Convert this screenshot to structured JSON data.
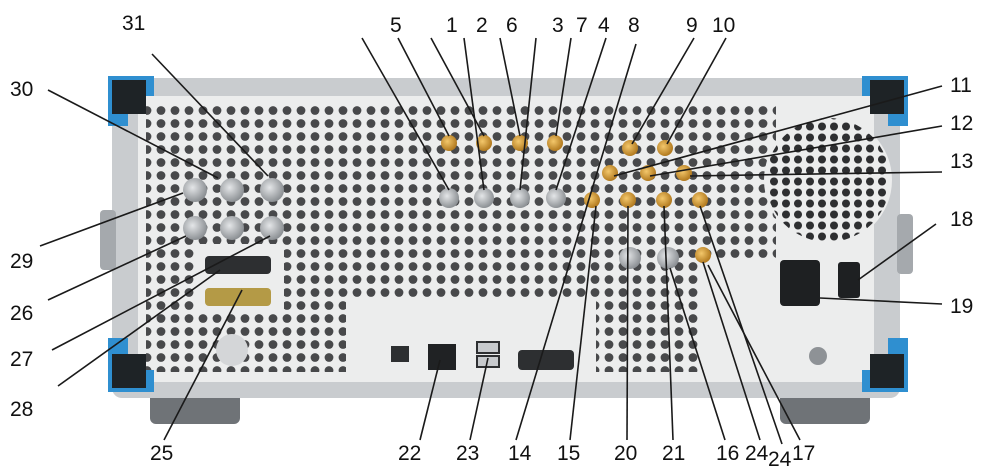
{
  "figure": {
    "description_colors": {
      "chassis": "#d3d5d6",
      "panel": "#e9eaeb",
      "hole": "#3a3b3d",
      "corner_bumper": "#2f8fd0",
      "gold_connector": "#d49a33",
      "bnc": "#b9bcbf"
    },
    "callouts": [
      {
        "label": "31"
      },
      {
        "label": "30"
      },
      {
        "label": "29"
      },
      {
        "label": "26"
      },
      {
        "label": "27"
      },
      {
        "label": "28"
      },
      {
        "label": "25"
      },
      {
        "label": "22"
      },
      {
        "label": "23"
      },
      {
        "label": "14"
      },
      {
        "label": "15"
      },
      {
        "label": "20"
      },
      {
        "label": "21"
      },
      {
        "label": "16"
      },
      {
        "label": "24"
      },
      {
        "label": "24"
      },
      {
        "label": "17"
      },
      {
        "label": "19"
      },
      {
        "label": "18"
      },
      {
        "label": "13"
      },
      {
        "label": "12"
      },
      {
        "label": "11"
      },
      {
        "label": "10"
      },
      {
        "label": "9"
      },
      {
        "label": "8"
      },
      {
        "label": "4"
      },
      {
        "label": "7"
      },
      {
        "label": "3"
      },
      {
        "label": "6"
      },
      {
        "label": "2"
      },
      {
        "label": "1"
      },
      {
        "label": "5"
      }
    ]
  }
}
